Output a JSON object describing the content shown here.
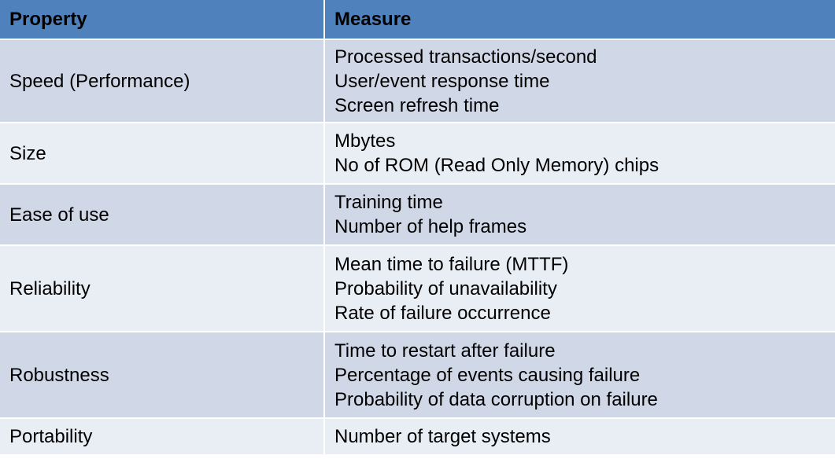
{
  "header": {
    "property": "Property",
    "measure": "Measure"
  },
  "rows": [
    {
      "property": "Speed (Performance)",
      "measures": [
        "Processed transactions/second",
        "User/event response time",
        "Screen refresh time"
      ]
    },
    {
      "property": "Size",
      "measures": [
        "Mbytes",
        "No of ROM (Read Only Memory) chips"
      ]
    },
    {
      "property": "Ease of use",
      "measures": [
        "Training time",
        "Number of help frames"
      ]
    },
    {
      "property": "Reliability",
      "measures": [
        "Mean time to failure (MTTF)",
        "Probability of unavailability",
        "Rate of failure occurrence"
      ]
    },
    {
      "property": "Robustness",
      "measures": [
        "Time to restart after failure",
        "Percentage of events causing failure",
        "Probability of data corruption on failure"
      ]
    },
    {
      "property": "Portability",
      "measures": [
        "Number of target systems"
      ]
    }
  ],
  "colors": {
    "header_bg": "#4f81bd",
    "row_dark": "#d0d8e8",
    "row_light": "#e9edf4"
  }
}
